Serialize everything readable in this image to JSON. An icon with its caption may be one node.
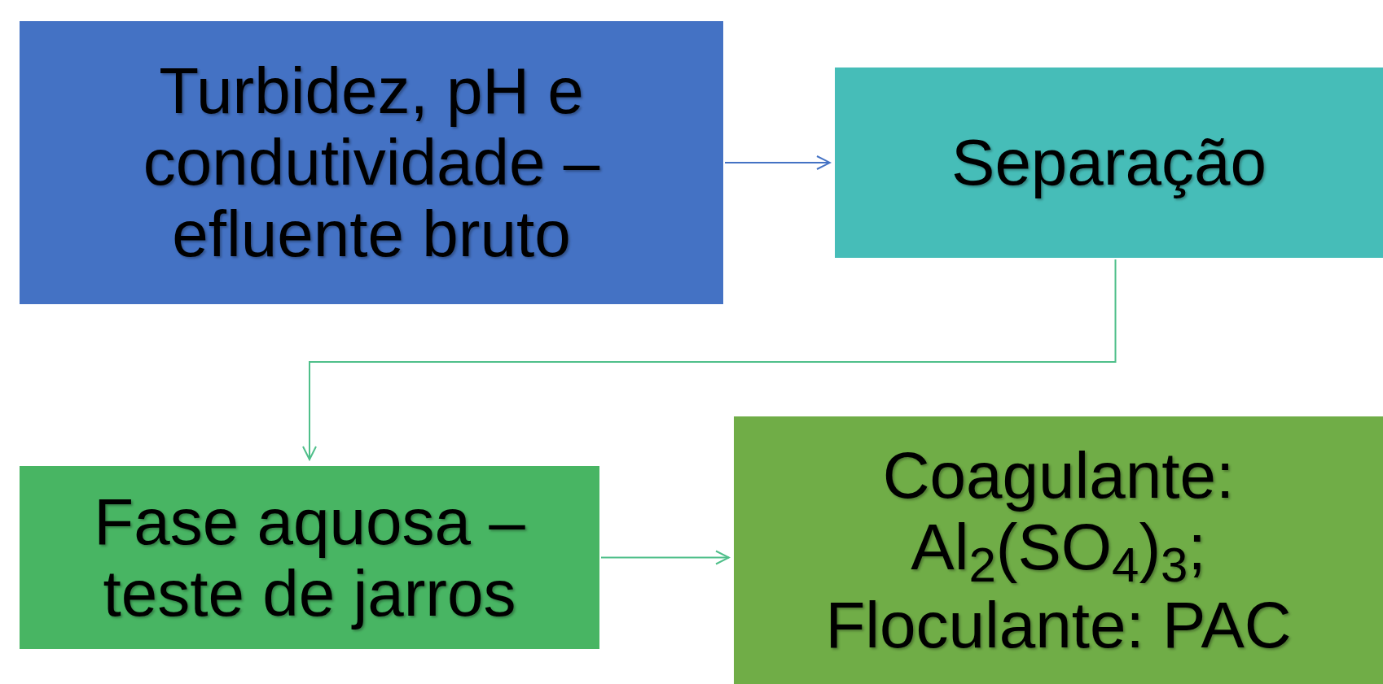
{
  "diagram": {
    "nodes": [
      {
        "text": [
          "Turbidez, pH e condutividade – efluente bruto"
        ]
      },
      {
        "text": [
          "Separação"
        ]
      },
      {
        "text": [
          "Fase aquosa – teste de jarros"
        ]
      },
      {
        "text": [
          "Coagulante: Al$_{2}$(SO$_{4}$)$_{3}$;",
          "Floculante: PAC"
        ]
      }
    ],
    "edges": [
      {
        "from": 0,
        "to": 1,
        "arrow": "to",
        "color": "#4472c4"
      },
      {
        "from": 1,
        "to": 2,
        "arrow": "to"
      },
      {
        "from": 2,
        "to": 3,
        "arrow": "to"
      }
    ]
  }
}
